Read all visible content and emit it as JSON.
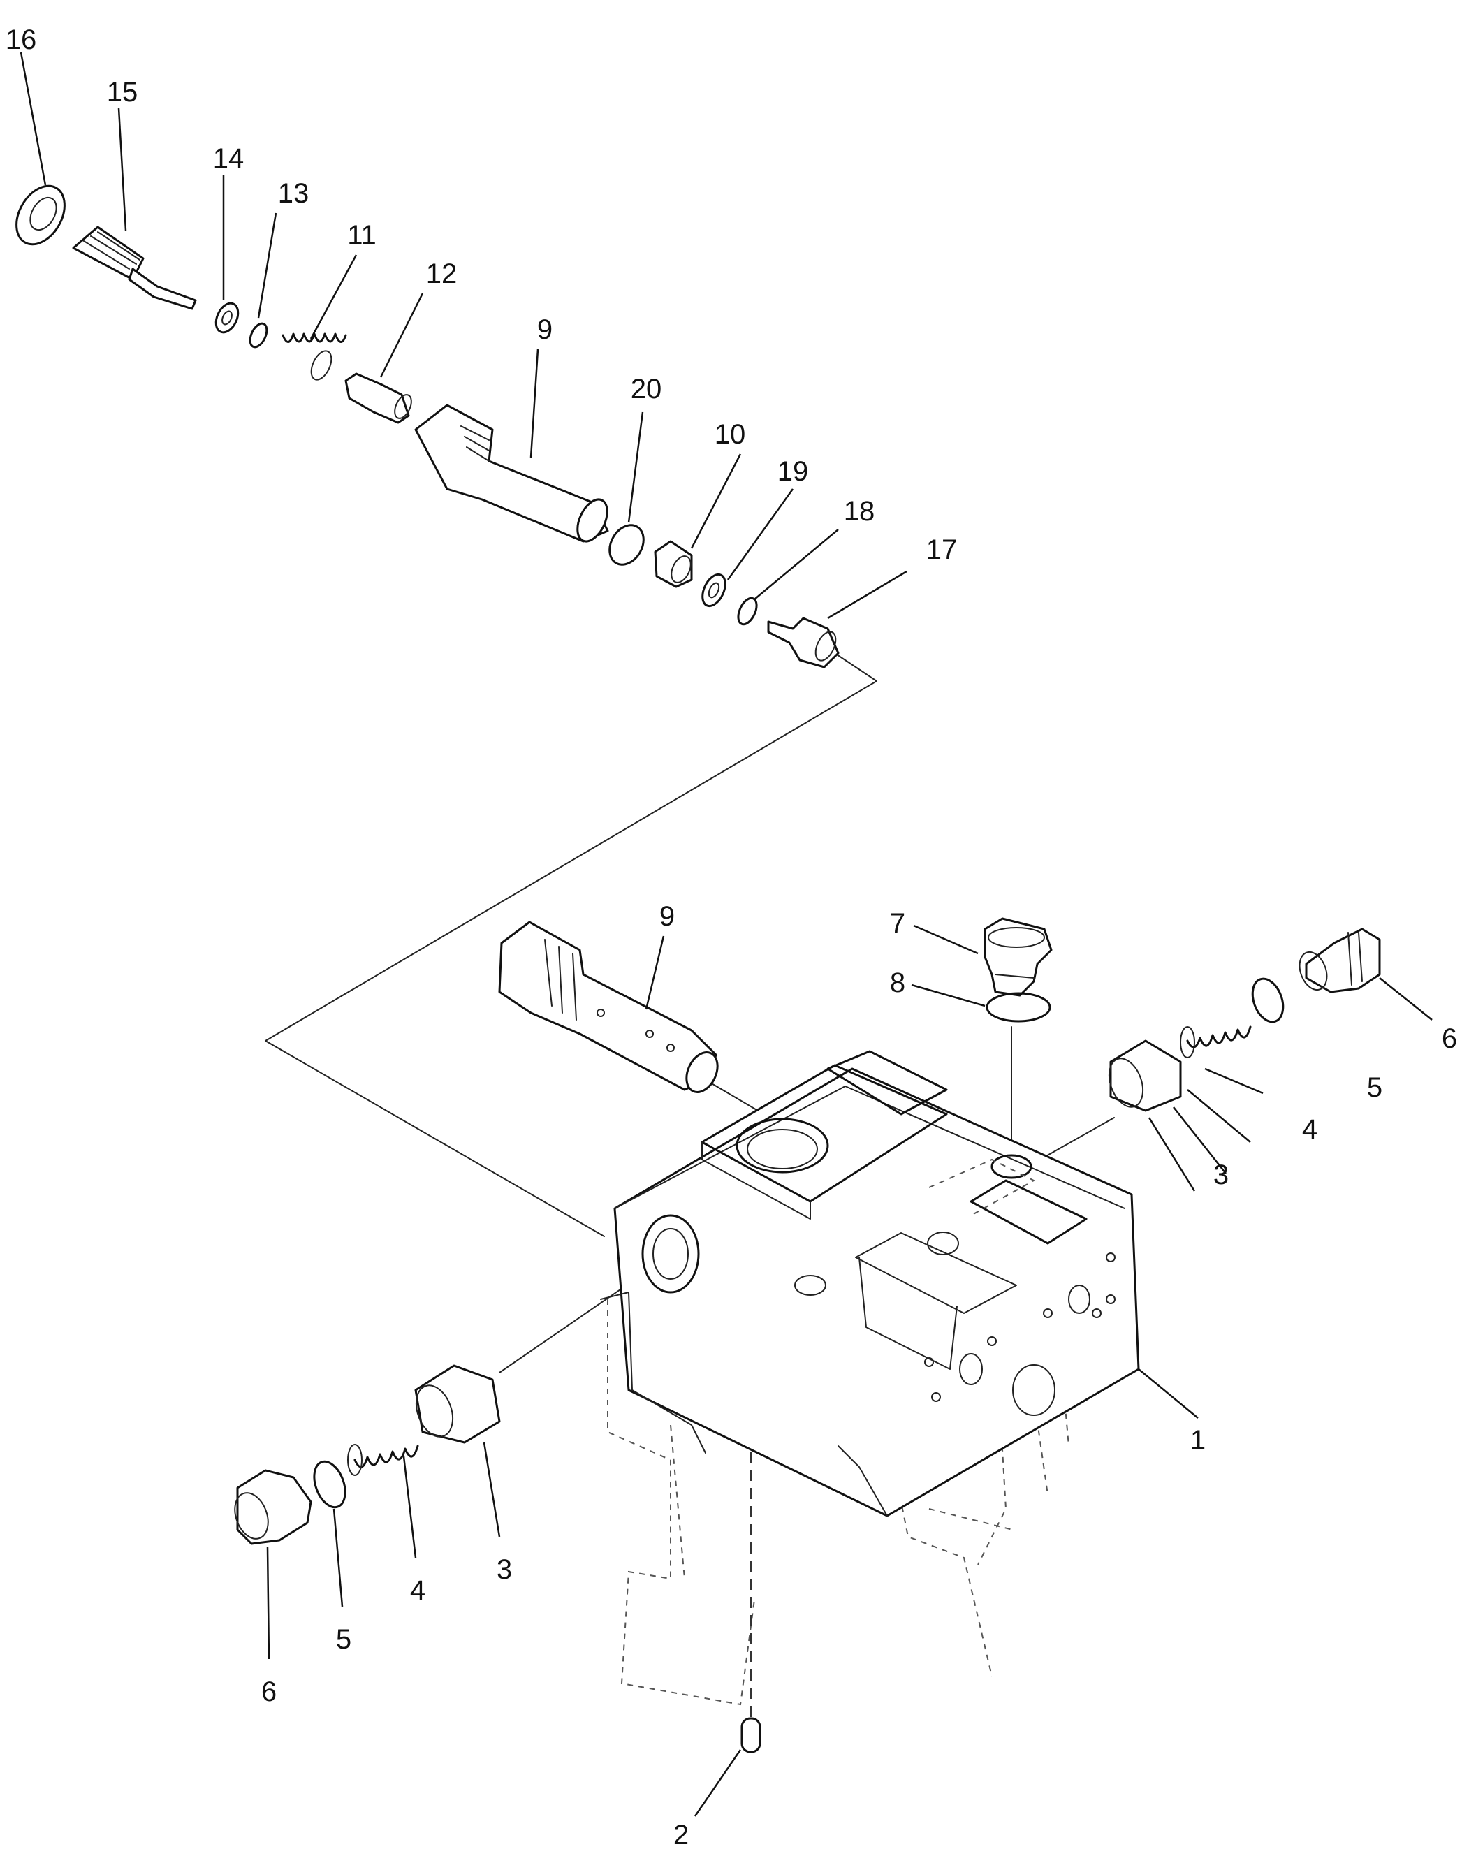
{
  "callouts": {
    "c1": "1",
    "c2": "2",
    "c3a": "3",
    "c3b": "3",
    "c4a": "4",
    "c4b": "4",
    "c5a": "5",
    "c5b": "5",
    "c6a": "6",
    "c6b": "6",
    "c7": "7",
    "c8": "8",
    "c9a": "9",
    "c9b": "9",
    "c10": "10",
    "c11": "11",
    "c12": "12",
    "c13": "13",
    "c14": "14",
    "c15": "15",
    "c16": "16",
    "c17": "17",
    "c18": "18",
    "c19": "19",
    "c20": "20"
  }
}
